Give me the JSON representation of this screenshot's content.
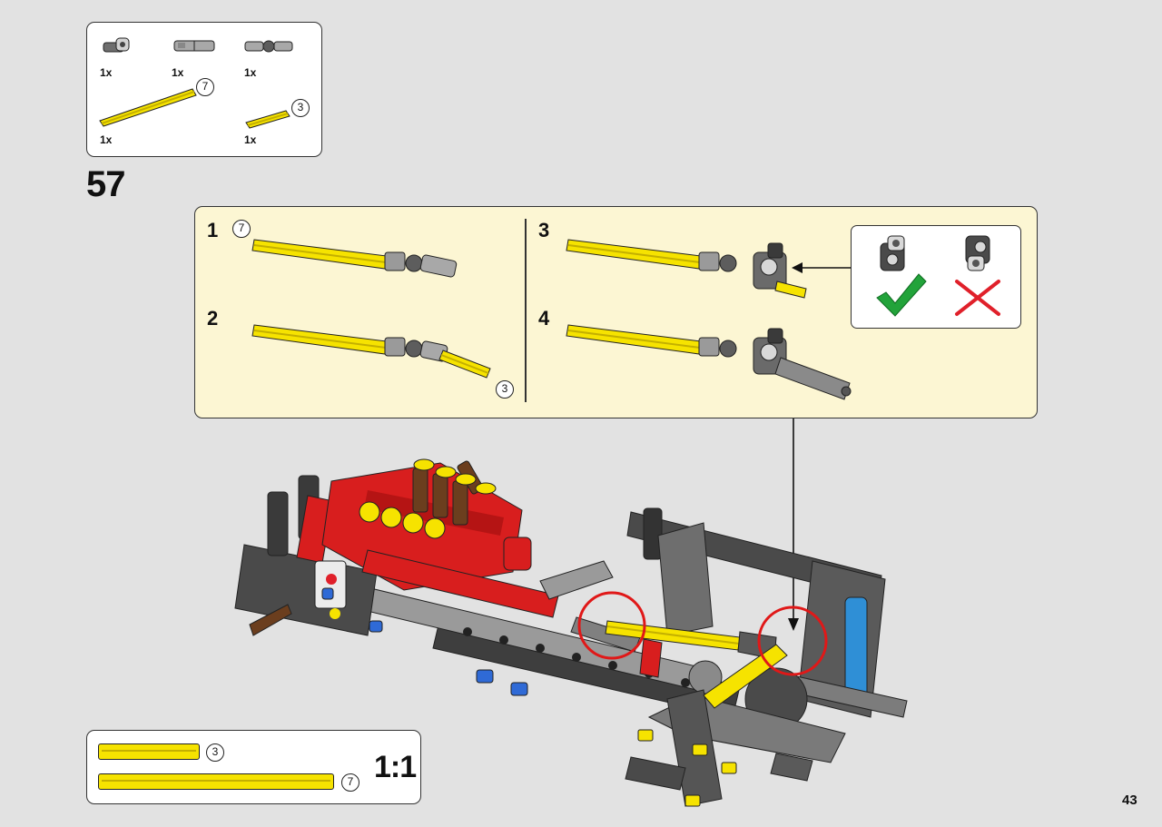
{
  "parts_list": {
    "items": [
      {
        "qty": "1x",
        "icon": "connector-icon"
      },
      {
        "qty": "1x",
        "icon": "axle-joiner-icon"
      },
      {
        "qty": "1x",
        "icon": "universal-joint-icon"
      },
      {
        "qty": "1x",
        "icon": "axle-7-icon",
        "length": "7"
      },
      {
        "qty": "1x",
        "icon": "axle-3-icon",
        "length": "3"
      }
    ]
  },
  "step": {
    "number": "57"
  },
  "sub_steps": [
    {
      "number": "1",
      "badge": "7"
    },
    {
      "number": "2",
      "badge": "3"
    },
    {
      "number": "3"
    },
    {
      "number": "4"
    }
  ],
  "hint": {
    "correct_icon": "checkmark-icon",
    "wrong_icon": "cross-icon"
  },
  "scale_ruler": {
    "label": "1:1",
    "axles": [
      {
        "length": "3",
        "bar_fraction": 0.43
      },
      {
        "length": "7",
        "bar_fraction": 1.0
      }
    ]
  },
  "page": {
    "number": "43"
  },
  "colors": {
    "background": "#e2e2e2",
    "sub_panel": "#fcf6d3",
    "axle_yellow": "#f6e300",
    "correct_green": "#22a33a",
    "wrong_red": "#e0202a",
    "highlight_red": "#e01818"
  }
}
